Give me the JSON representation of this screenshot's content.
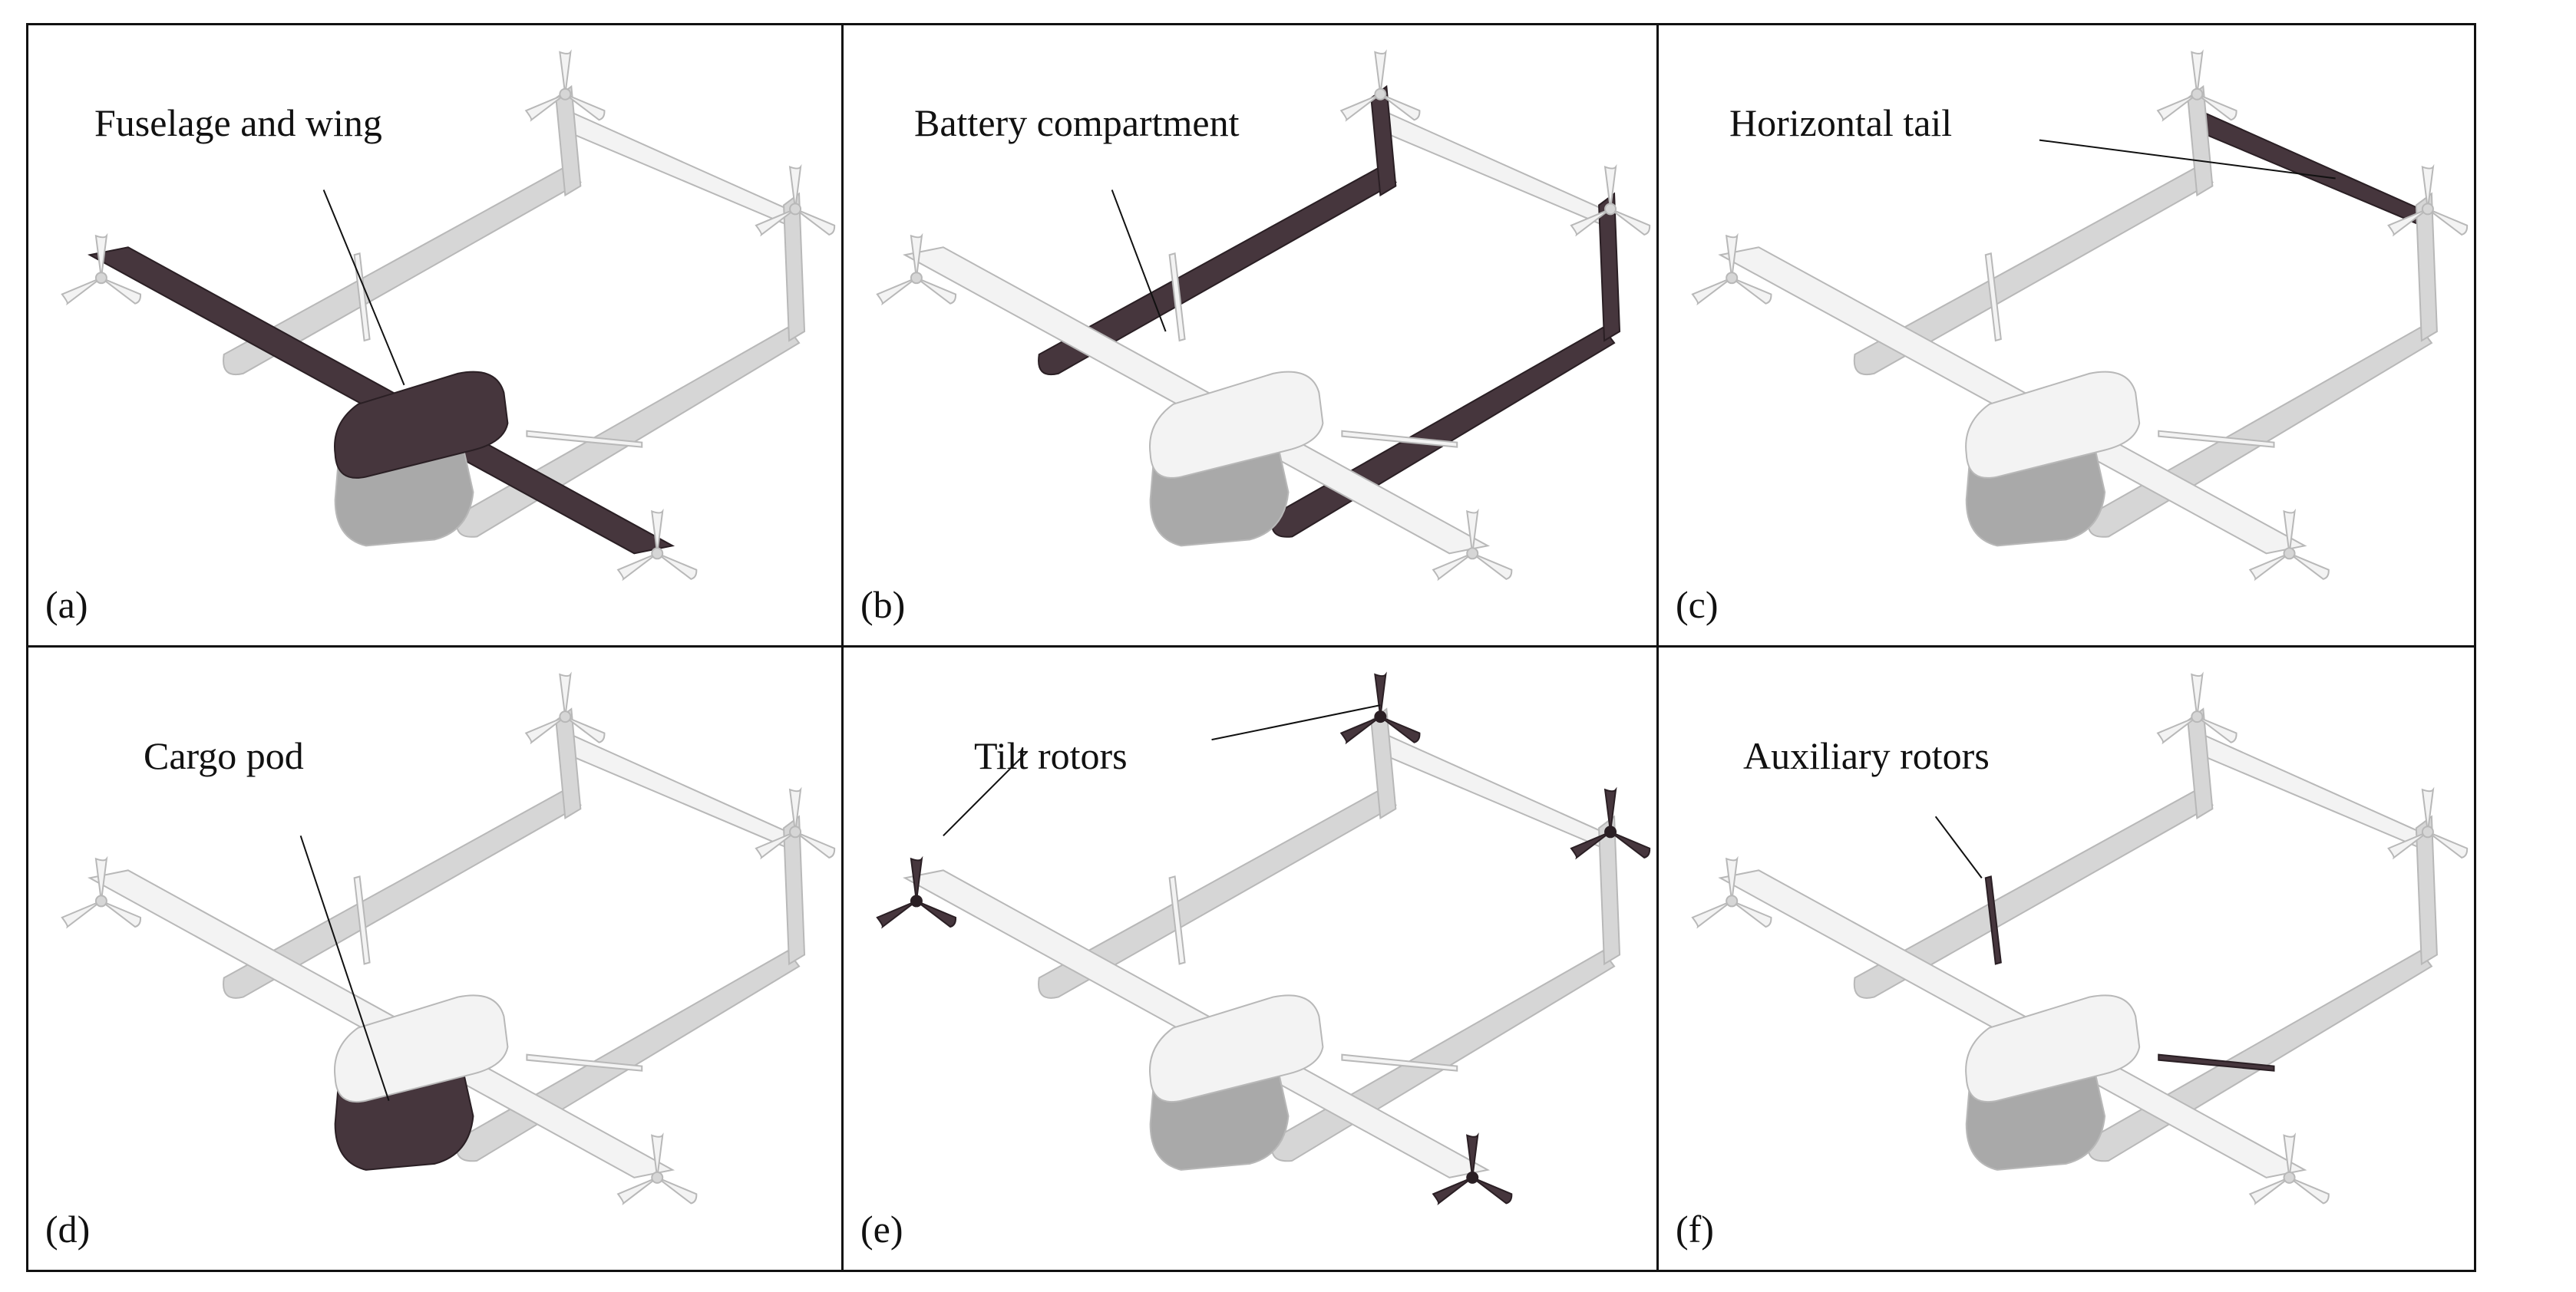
{
  "colors": {
    "highlight": "#46363d",
    "highlight_edge": "#2a1f24",
    "body_light": "#f3f3f3",
    "body_mid": "#d6d6d6",
    "body_shadow": "#a9a9a9",
    "outline": "#b8b8b8",
    "frame": "#111111"
  },
  "panels": [
    {
      "letter": "(a)",
      "callout": "Fuselage and wing",
      "highlight": "fuselage-wing"
    },
    {
      "letter": "(b)",
      "callout": "Battery compartment",
      "highlight": "battery"
    },
    {
      "letter": "(c)",
      "callout": "Horizontal tail",
      "highlight": "tail"
    },
    {
      "letter": "(d)",
      "callout": "Cargo pod",
      "highlight": "cargo"
    },
    {
      "letter": "(e)",
      "callout": "Tilt rotors",
      "highlight": "tilt"
    },
    {
      "letter": "(f)",
      "callout": "Auxiliary rotors",
      "highlight": "aux"
    }
  ]
}
